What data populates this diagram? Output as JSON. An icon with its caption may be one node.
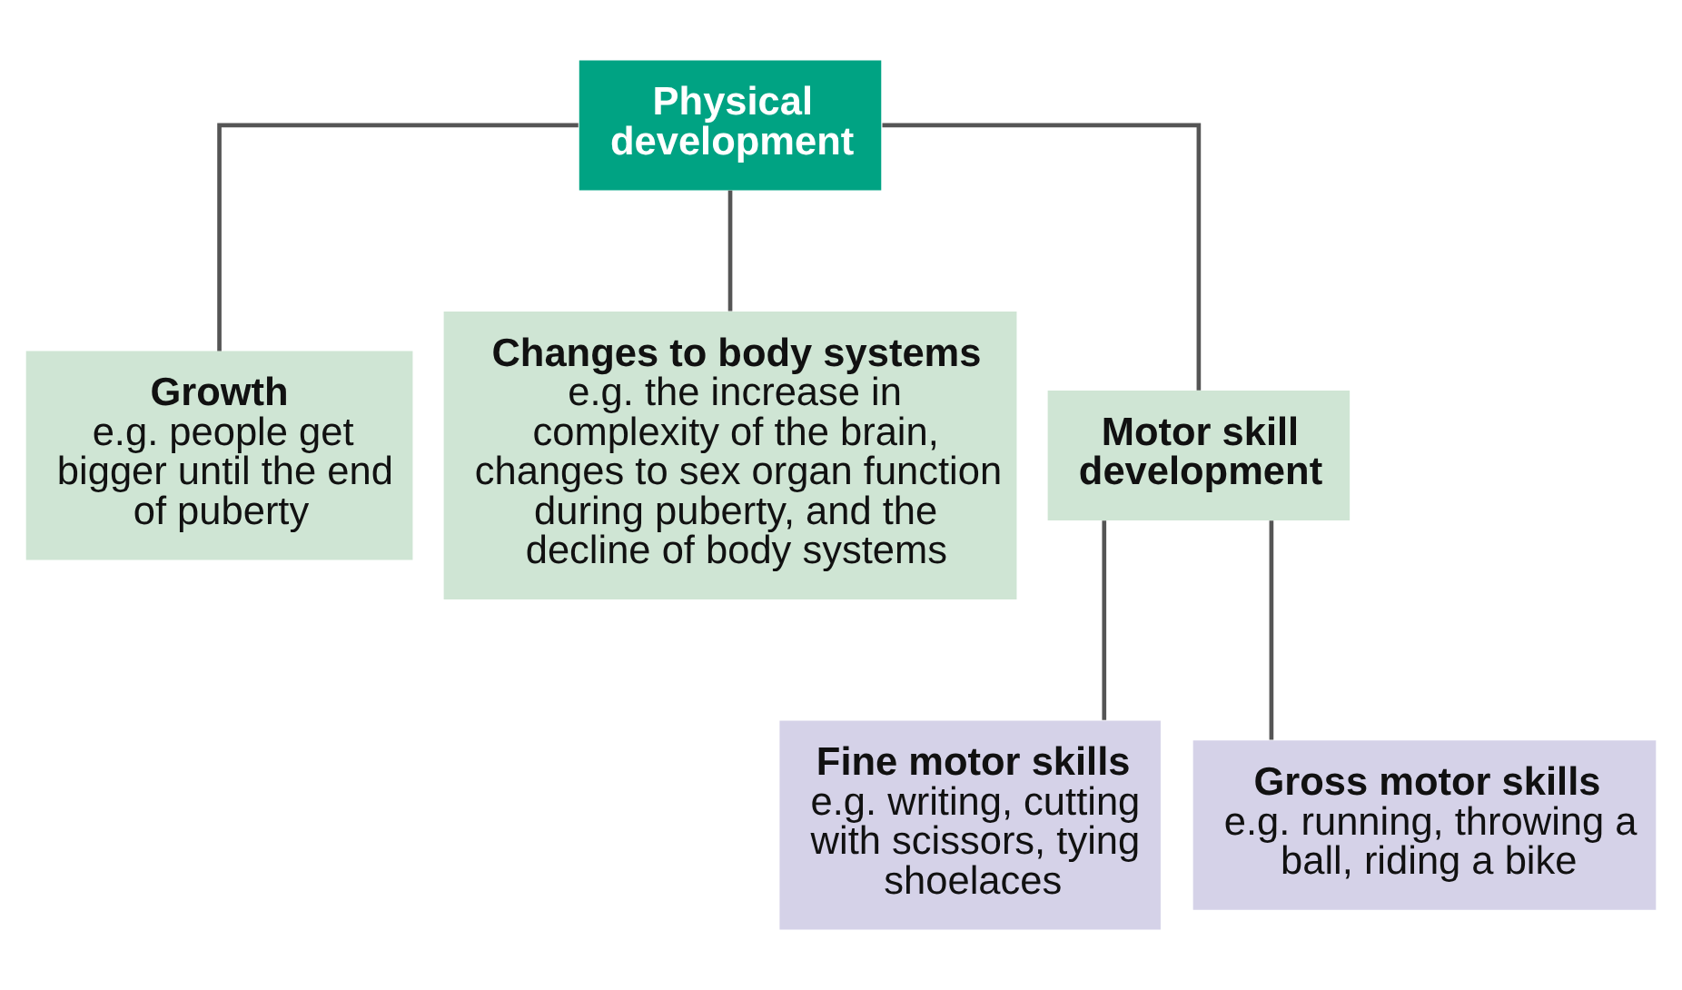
{
  "diagram": {
    "nodes": [
      {
        "text": [
          "Physical development"
        ]
      },
      {
        "text": [
          "Growth",
          "e.g. people get bigger until the end of puberty"
        ]
      },
      {
        "text": [
          "Changes to body systems",
          "e.g. the increase in complexity of the brain, changes to sex organ function during puberty, and the decline of body systems"
        ]
      },
      {
        "text": [
          "Motor skill development"
        ]
      },
      {
        "text": [
          "Fine motor skills",
          "e.g. writing, cutting with scissors, tying shoelaces"
        ]
      },
      {
        "text": [
          "Gross motor skills",
          "e.g. running, throwing a ball, riding a bike"
        ]
      }
    ],
    "edges": [
      {
        "from": 0,
        "to": 1,
        "arrow": "none"
      },
      {
        "from": 0,
        "to": 2,
        "arrow": "none"
      },
      {
        "from": 0,
        "to": 3,
        "arrow": "none"
      },
      {
        "from": 3,
        "to": 4,
        "arrow": "none"
      },
      {
        "from": 3,
        "to": 5,
        "arrow": "none"
      }
    ]
  }
}
